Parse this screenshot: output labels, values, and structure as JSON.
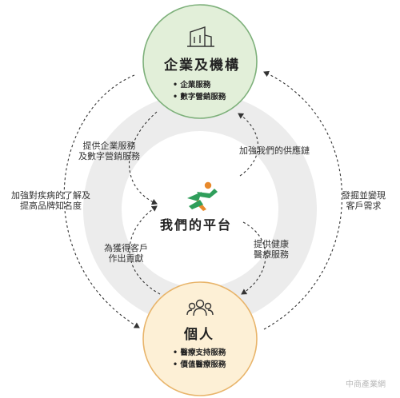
{
  "enterprise": {
    "title": "企業及機構",
    "icon": "building-icon",
    "fill": "#e2efd9",
    "border": "#7db07a",
    "services": [
      "企業服務",
      "數字營銷服務"
    ]
  },
  "platform": {
    "title": "我們的平台",
    "icon": "running-person-logo"
  },
  "individual": {
    "title": "個人",
    "icon": "people-icon",
    "fill": "#fdf0d6",
    "border": "#e8b46a",
    "services": [
      "醫療支持服務",
      "價值醫療服務"
    ]
  },
  "flows": {
    "enterprise_to_platform": [
      "提供企業服務",
      "及數字營銷服務"
    ],
    "platform_to_enterprise": [
      "加強我們的供應鏈"
    ],
    "individual_to_platform": [
      "為獲得客戶",
      "作出貢獻"
    ],
    "platform_to_individual": [
      "提供健康",
      "醫療服務"
    ],
    "enterprise_to_individual": [
      "加強對疾病的了解及",
      "提高品牌知名度"
    ],
    "individual_to_enterprise": [
      "發掘並變現",
      "客戶需求"
    ]
  },
  "watermark": "中商產業網",
  "ring_color": "#ececec"
}
